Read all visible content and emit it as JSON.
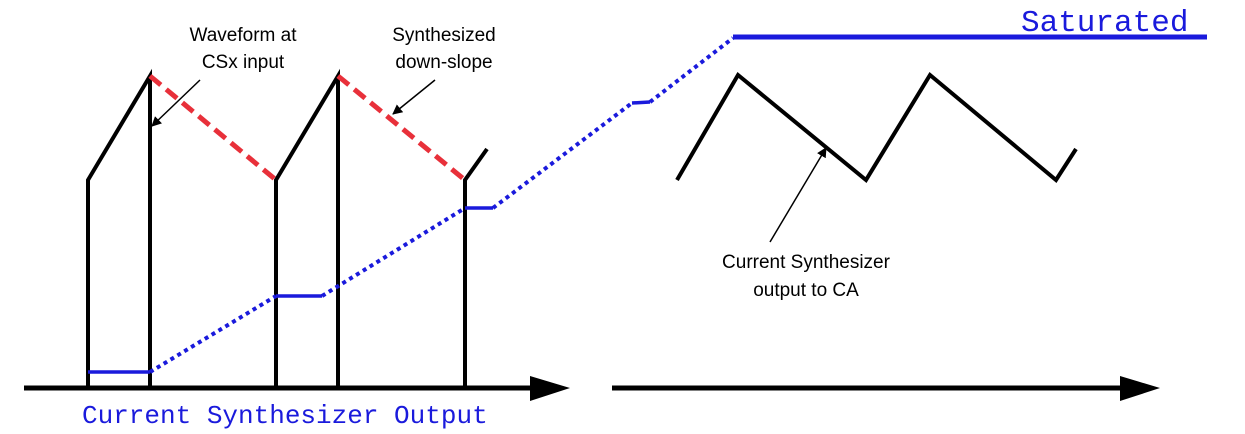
{
  "labels": {
    "waveform_line1": "Waveform at",
    "waveform_line2": "CSx input",
    "downslope_line1": "Synthesized",
    "downslope_line2": "down-slope",
    "saturated": "Saturated",
    "synth_line1": "Current Synthesizer",
    "synth_line2": "output to CA",
    "axis_caption": "Current Synthesizer Output"
  },
  "colors": {
    "waveform": "#000000",
    "downslope": "#e8303a",
    "synth_output": "#1a1adc"
  }
}
